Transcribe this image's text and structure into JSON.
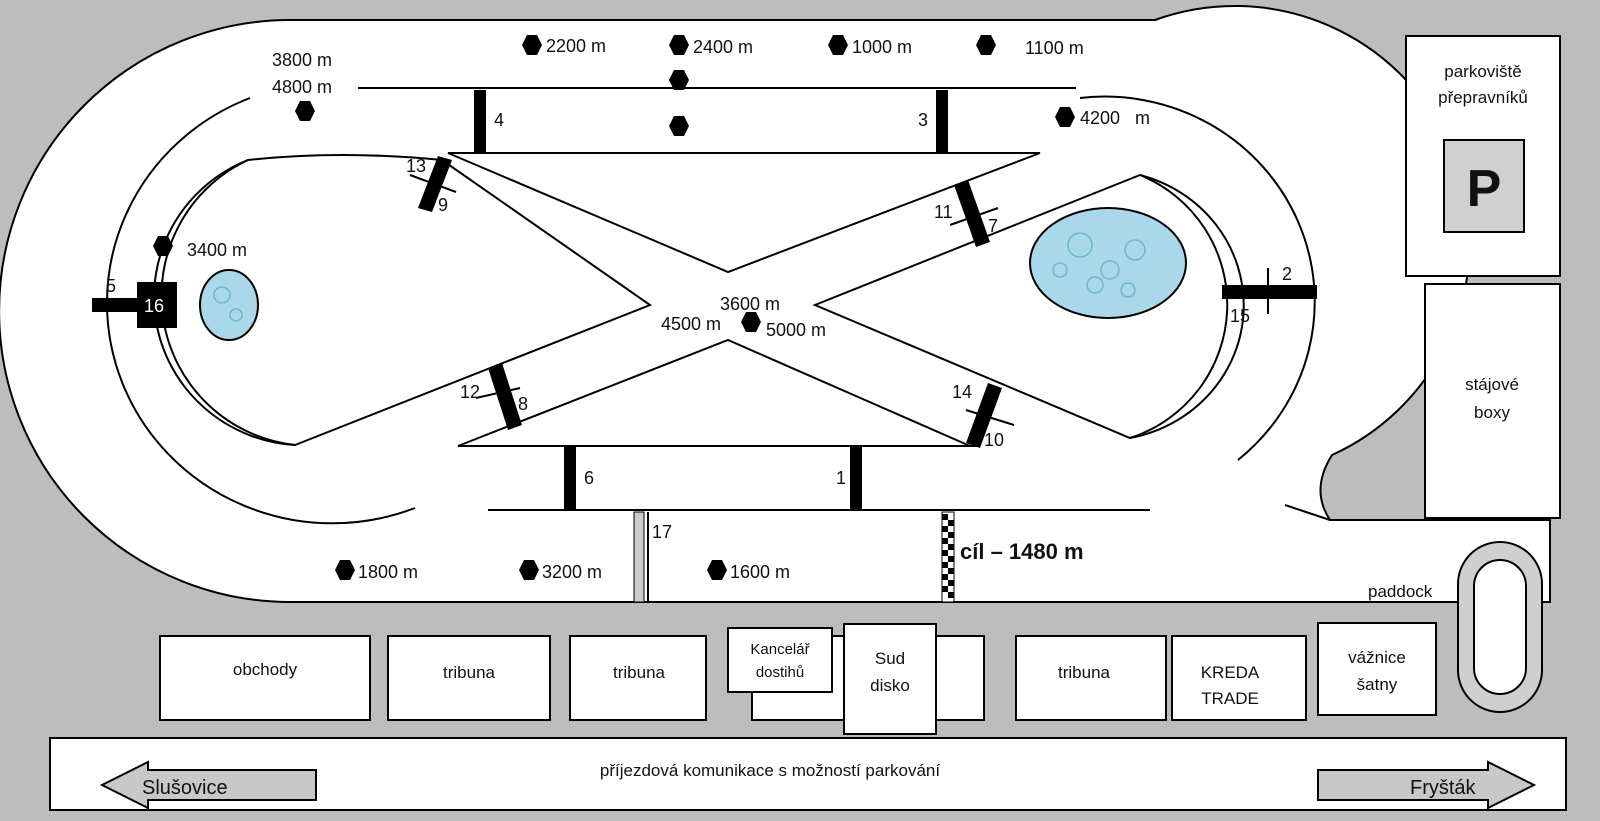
{
  "distances": {
    "d2200": "2200 m",
    "d2400": "2400 m",
    "d1000": "1000 m",
    "d1100": "1100 m",
    "d3800": "3800 m",
    "d4800": "4800 m",
    "d4200": "4200   m",
    "d3400": "3400 m",
    "d3600": "3600 m",
    "d4500": "4500 m",
    "d5000": "5000 m",
    "d1800": "1800 m",
    "d3200": "3200 m",
    "d1600": "1600 m",
    "finish": "cíl – 1480 m"
  },
  "gates": [
    "1",
    "2",
    "3",
    "4",
    "5",
    "6",
    "7",
    "8",
    "9",
    "10",
    "11",
    "12",
    "13",
    "14",
    "15",
    "16",
    "17"
  ],
  "buildings": {
    "parking_line1": "parkoviště",
    "parking_line2": "přepravníků",
    "parking_symbol": "P",
    "stables_line1": "stájové",
    "stables_line2": "boxy",
    "paddock": "paddock",
    "weigh_line1": "vážnice",
    "weigh_line2": "šatny",
    "shops": "obchody",
    "stand": "tribuna",
    "office_line1": "Kancelář",
    "office_line2": "dostihů",
    "disco_line1": "Sud",
    "disco_line2": "disko",
    "kreda_line1": "KREDA",
    "kreda_line2": "TRADE"
  },
  "road": {
    "label": "příjezdová komunikace s možností parkování",
    "left_dest": "Slušovice",
    "right_dest": "Fryšták"
  },
  "colors": {
    "background": "#bdbdbd",
    "track": "#ffffff",
    "water": "#a8d8ea",
    "obstacle": "#000000"
  }
}
